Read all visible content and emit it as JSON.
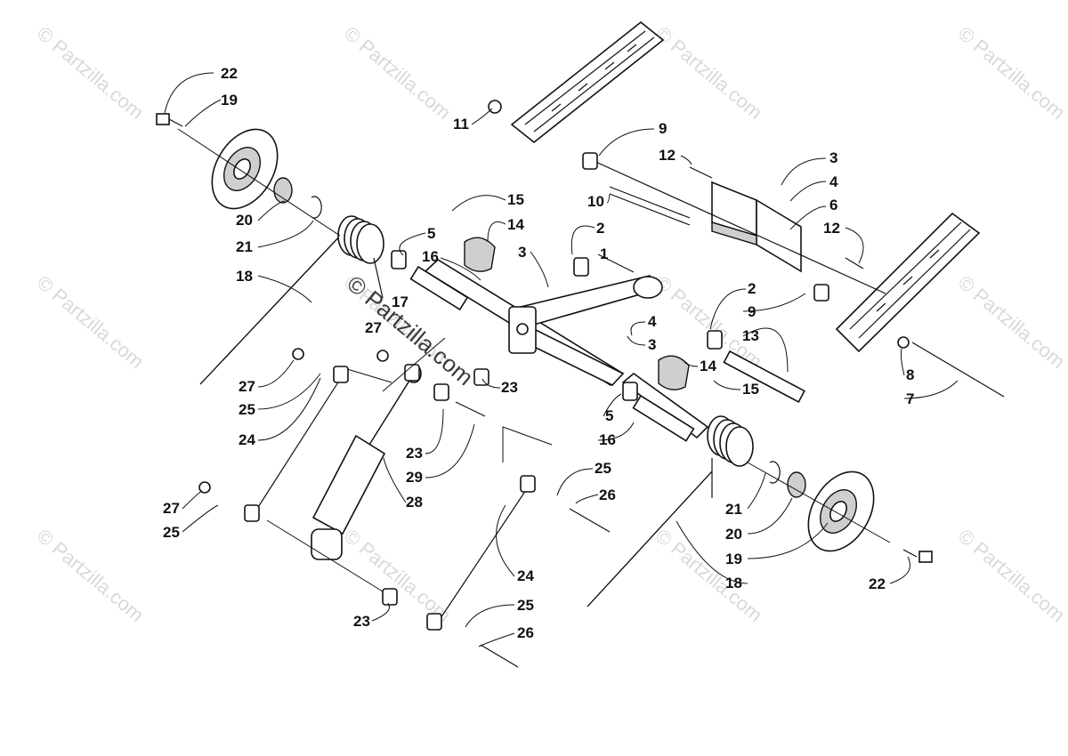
{
  "diagram": {
    "watermarks": [
      "© Partzilla.com",
      "© Partzilla.com",
      "© Partzilla.com",
      "© Partzilla.com",
      "© Partzilla.com",
      "© Partzilla.com",
      "© Partzilla.com",
      "© Partzilla.com",
      "© Partzilla.com",
      "© Partzilla.com",
      "© Partzilla.com",
      "© Partzilla.com"
    ],
    "center_watermark": "© Partzilla.com",
    "callouts": [
      "22",
      "19",
      "20",
      "21",
      "18",
      "11",
      "9",
      "12",
      "10",
      "3",
      "4",
      "6",
      "12",
      "15",
      "14",
      "5",
      "3",
      "2",
      "1",
      "16",
      "17",
      "27",
      "27",
      "25",
      "24",
      "23",
      "29",
      "28",
      "2",
      "9",
      "13",
      "4",
      "3",
      "14",
      "15",
      "23",
      "5",
      "16",
      "8",
      "7",
      "25",
      "26",
      "21",
      "20",
      "19",
      "18",
      "22",
      "27",
      "25",
      "24",
      "23",
      "25",
      "26"
    ]
  }
}
